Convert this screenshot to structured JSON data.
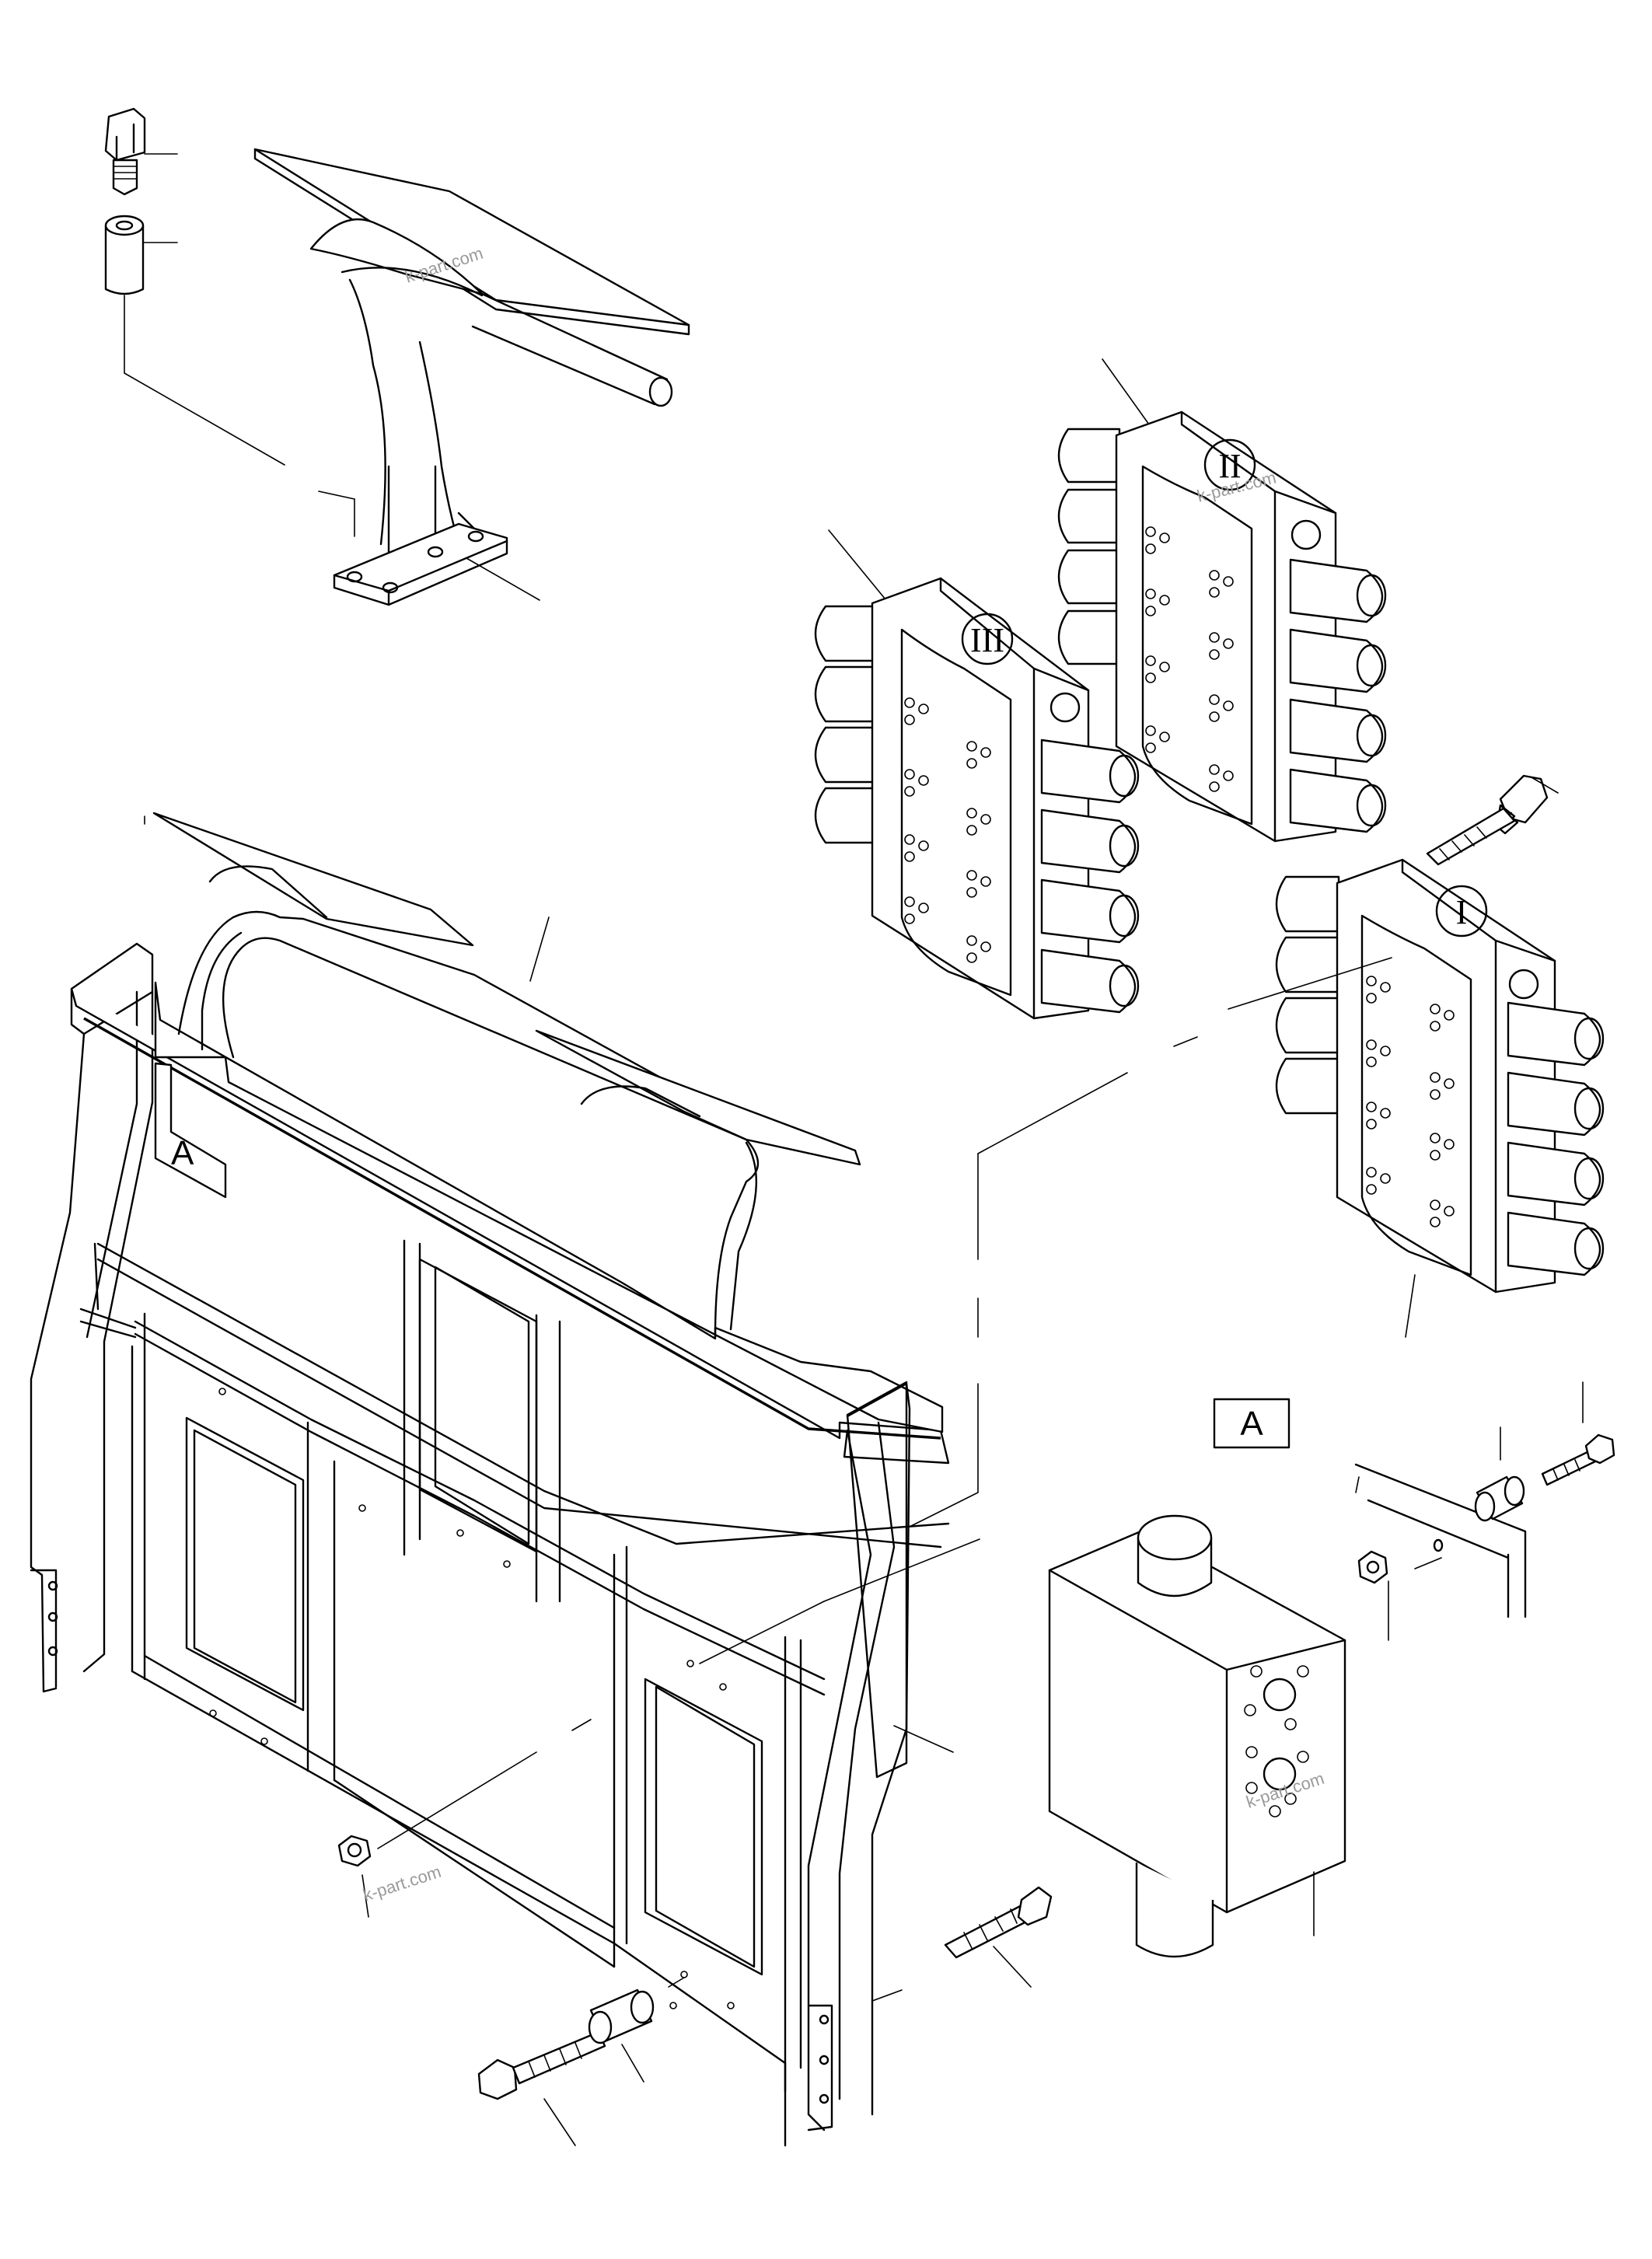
{
  "labels": {
    "detail_a_box": "A",
    "detail_a_title": "A",
    "valve_1": "I",
    "valve_2": "II",
    "valve_3": "III"
  },
  "watermarks": [
    "k-part.com",
    "k-part.com",
    "k-part.com",
    "k-part.com"
  ],
  "colors": {
    "ink": "#000000",
    "paper": "#ffffff",
    "watermark": "#9a9a9a"
  }
}
